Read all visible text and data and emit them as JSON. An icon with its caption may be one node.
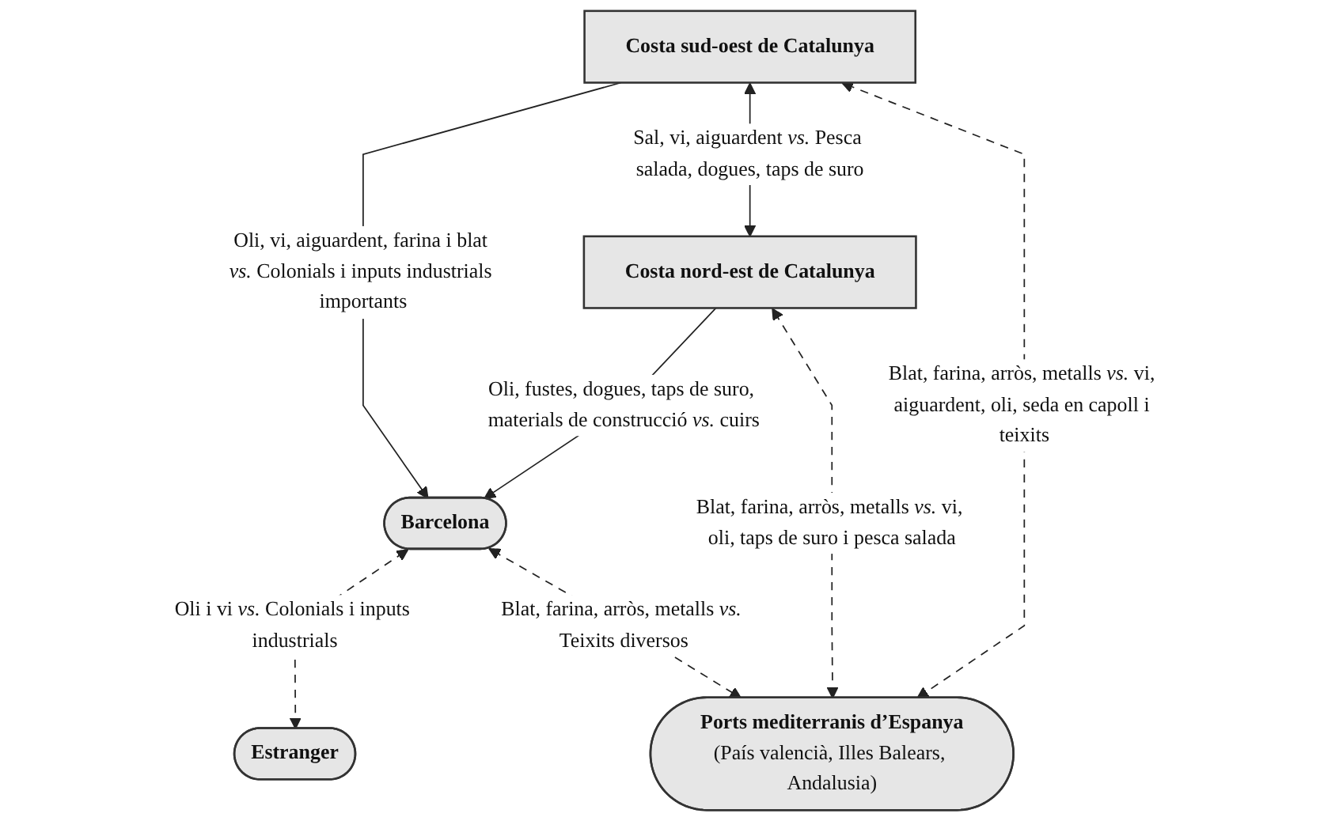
{
  "diagram": {
    "nodes": [
      {
        "text": [
          "Estranger"
        ]
      },
      {
        "text": [
          "Barcelona"
        ]
      },
      {
        "text": [
          "Costa sud-oest de Catalunya"
        ]
      },
      {
        "text": [
          "Costa nord-est de Catalunya"
        ]
      },
      {
        "text": [
          "Ports mediterranis d’Espanya",
          "(País valencià, Illes Balears, Andalusia)"
        ]
      }
    ],
    "edges": [
      {
        "from": 1,
        "to": 0,
        "arrow": "both",
        "style": "dashed",
        "label": "Oli i vi *vs.* Colonials i inputs industrials"
      },
      {
        "from": 2,
        "to": 1,
        "arrow": "to",
        "label": "Oli, vi, aiguardent, farina i blat *vs.* Colonials i inputs industrials importants"
      },
      {
        "from": 3,
        "to": 1,
        "arrow": "to",
        "label": "Oli, fustes, dogues, taps de suro, materials de construcció *vs.* cuirs"
      },
      {
        "from": 2,
        "to": 3,
        "arrow": "both",
        "label": "Sal, vi, aiguardent *vs.* Pesca salada, dogues, taps de suro"
      },
      {
        "from": 1,
        "to": 4,
        "arrow": "both",
        "style": "dashed",
        "label": "Blat, farina, arròs, metalls *vs.* Teixits diversos"
      },
      {
        "from": 2,
        "to": 4,
        "arrow": "both",
        "style": "dashed",
        "label": "Blat, farina, arròs, metalls *vs.* vi, aiguardent, oli, seda en capoll i teixits"
      },
      {
        "from": 3,
        "to": 4,
        "arrow": "both",
        "style": "dashed",
        "label": "Blat, farina, arròs, metalls *vs.* vi, oli, taps de suro i pesca salada"
      }
    ]
  }
}
